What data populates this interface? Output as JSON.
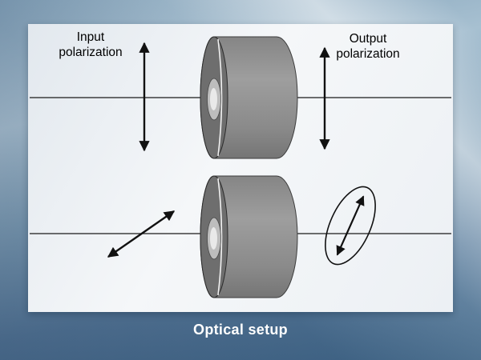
{
  "slide": {
    "title": "Optical setup"
  },
  "diagram": {
    "input_label": "Input\npolarization",
    "output_label": "Output\npolarization"
  },
  "colors": {
    "background_light_band": "#cfdde8",
    "background_deep_blue": "#3e6587",
    "panel_background": "#eef1f5",
    "cylinder_body": "#8f8f8f",
    "cylinder_face": "#6e6e6e",
    "cylinder_aperture_outer": "#bdbdbd",
    "cylinder_aperture_inner": "#e9e9e9",
    "cylinder_highlight": "#ffffff",
    "axis_line": "#1a1a1a",
    "arrow": "#111111",
    "label_text": "#000000",
    "title_text": "#ffffff"
  }
}
